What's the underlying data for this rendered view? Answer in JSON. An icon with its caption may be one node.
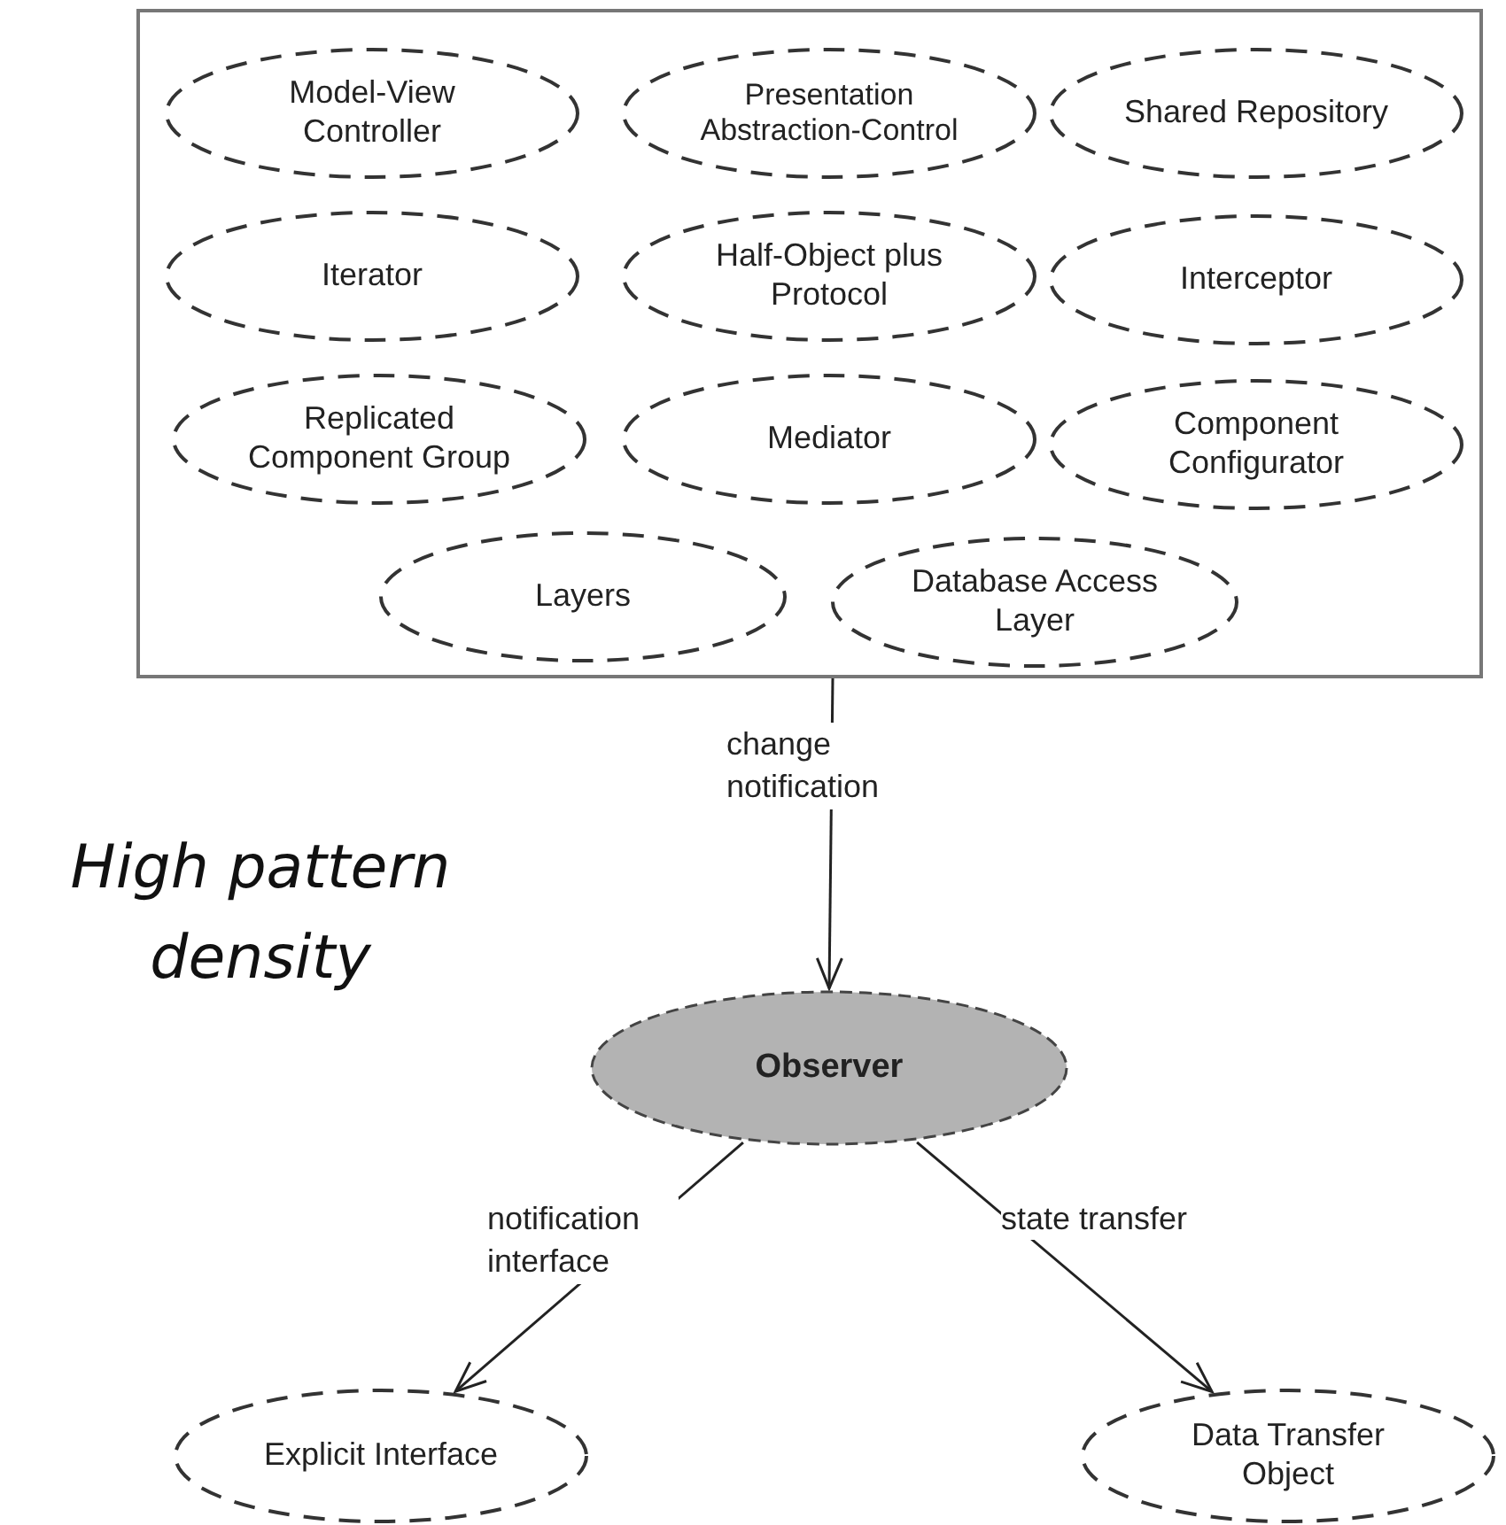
{
  "diagram": {
    "nodes": [
      {
        "text": [],
        "shape": "box"
      },
      {
        "text": [
          "Model-View Controller"
        ],
        "in": 0
      },
      {
        "text": [
          "Presentation Abstraction-Control"
        ],
        "in": 0
      },
      {
        "text": [
          "Shared Repository"
        ],
        "in": 0
      },
      {
        "text": [
          "Iterator"
        ],
        "in": 0
      },
      {
        "text": [
          "Half-Object plus Protocol"
        ],
        "in": 0
      },
      {
        "text": [
          "Interceptor"
        ],
        "in": 0
      },
      {
        "text": [
          "Replicated Component Group"
        ],
        "in": 0
      },
      {
        "text": [
          "Mediator"
        ],
        "in": 0
      },
      {
        "text": [
          "Component Configurator"
        ],
        "in": 0
      },
      {
        "text": [
          "Layers"
        ],
        "in": 0
      },
      {
        "text": [
          "Database Access Layer"
        ],
        "in": 0
      },
      {
        "text": [
          "Observer"
        ]
      },
      {
        "text": [
          "Explicit Interface"
        ]
      },
      {
        "text": [
          "Data Transfer Object"
        ]
      }
    ],
    "edges": [
      {
        "from": 0,
        "to": 12,
        "arrow": "to",
        "label": "change notification"
      },
      {
        "from": 12,
        "to": 13,
        "arrow": "to",
        "label": "notification interface"
      },
      {
        "from": 12,
        "to": 14,
        "arrow": "to",
        "label": "state transfer"
      }
    ],
    "labels": [
      "High pattern density"
    ]
  }
}
